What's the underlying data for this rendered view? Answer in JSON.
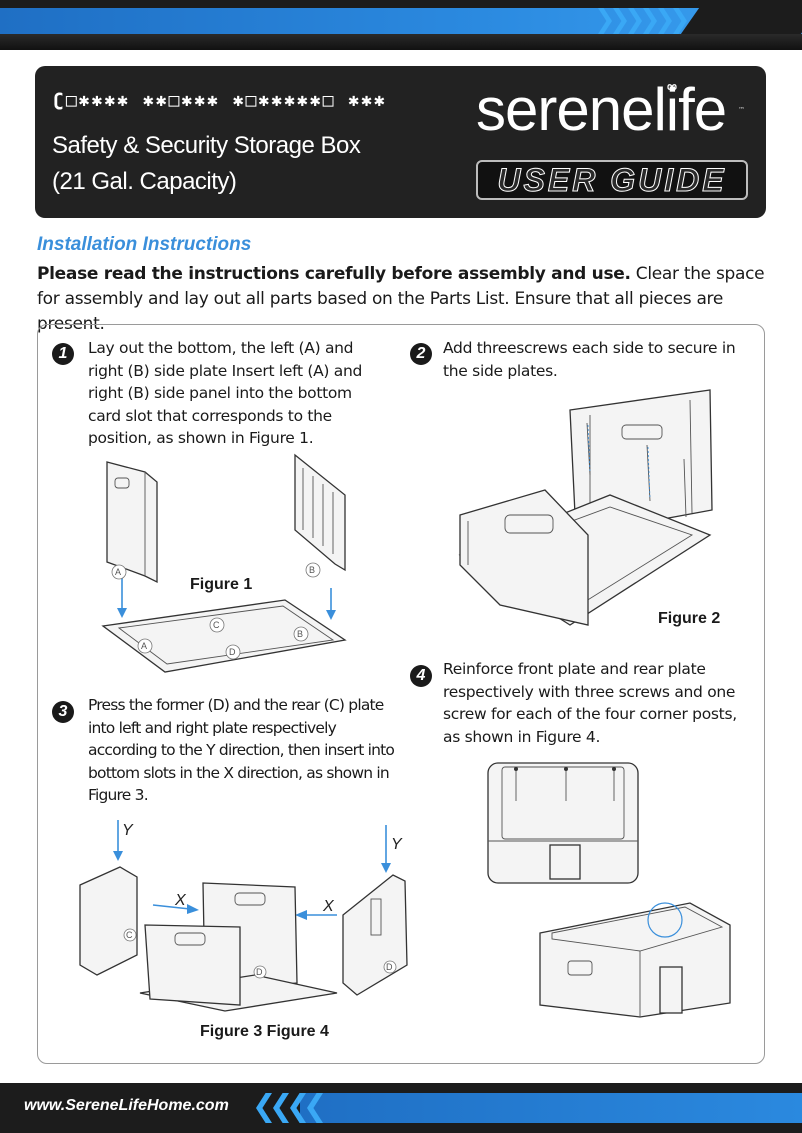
{
  "header": {
    "scrambled_title": "ʗ□✱✱✱✱ ✱✱□✱✱✱ ✱□✱✱✱✱✱□ ✱✱✱",
    "product_line_1": "Safety & Security Storage Box",
    "product_line_2": "(21 Gal. Capacity)",
    "brand": "serenelife",
    "trademark": "™",
    "guide_label": "USER GUIDE"
  },
  "section": {
    "title": "Installation Instructions",
    "intro_bold": "Please read the instructions carefully before assembly and use.",
    "intro_rest": " Clear the space for assembly and lay out all parts based on the Parts List. Ensure that all pieces are present."
  },
  "steps": [
    {
      "number": "1",
      "text": "Lay out the bottom, the left (A) and right (B) side plate Insert left (A) and right (B) side panel into the bottom card slot that corresponds to the position, as shown in Figure 1."
    },
    {
      "number": "2",
      "text": "Add threescrews each side to secure in the side plates."
    },
    {
      "number": "3",
      "text": "Press the former (D) and the rear (C) plate into left and right plate respectively according to the Y direction, then insert into bottom slots in the X direction, as shown in Figure 3."
    },
    {
      "number": "4",
      "text": "Reinforce front plate and rear plate respectively with three screws and one screw for each of the four corner posts, as shown in Figure 4."
    }
  ],
  "figures": {
    "fig1": "Figure 1",
    "fig2": "Figure 2",
    "fig34": "Figure 3 Figure 4"
  },
  "callouts": {
    "a": "A",
    "b": "B",
    "c": "C",
    "d": "D"
  },
  "directions": {
    "x": "X",
    "y": "Y"
  },
  "footer": {
    "url": "www.SereneLifeHome.com"
  },
  "colors": {
    "accent_blue": "#3a8fdb",
    "dark": "#222222"
  }
}
